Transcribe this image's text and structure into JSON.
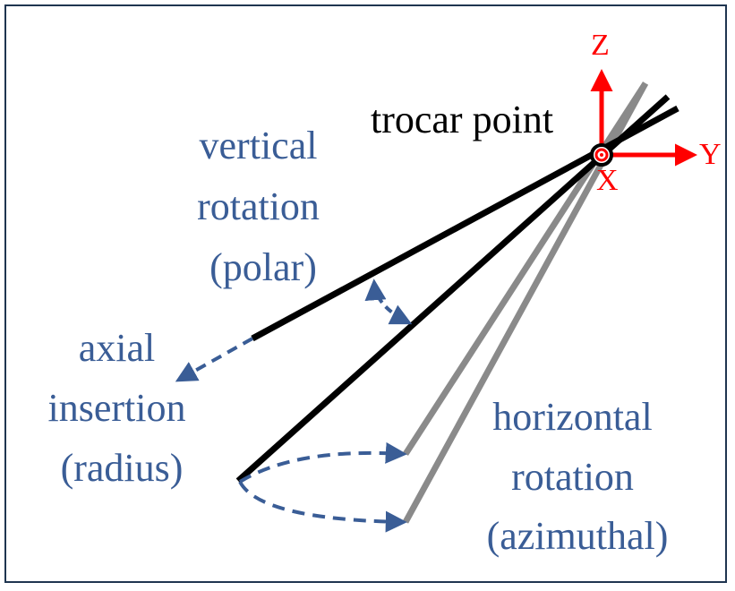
{
  "labels": {
    "trocar": "trocar point",
    "vertical": [
      "vertical",
      "rotation",
      "(polar)"
    ],
    "axial": [
      "axial",
      "insertion",
      "(radius)"
    ],
    "horizontal": [
      "horizontal",
      "rotation",
      "(azimuthal)"
    ],
    "axis_z": "Z",
    "axis_y": "Y",
    "axis_x": "X"
  },
  "colors": {
    "blue": "#3a5d96",
    "red": "#ff0000",
    "black": "#000000",
    "gray": "#8a8a8a",
    "border": "#1f3550"
  }
}
